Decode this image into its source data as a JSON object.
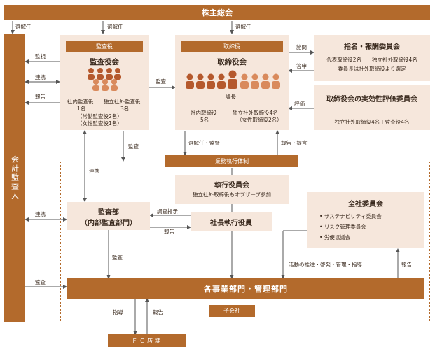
{
  "shareholders": "株主総会",
  "auditor": "会計監査人",
  "board_auditors": {
    "header": "監査役",
    "title": "監査役会",
    "left_label": "社内監査役",
    "left_count": "1名",
    "right_label": "独立社外監査役",
    "right_count": "3名",
    "note1": "（常勤監査役2名）",
    "note2": "（女性監査役1名）"
  },
  "board_directors": {
    "header": "取締役",
    "title": "取締役会",
    "chair": "議長",
    "left_label": "社内取締役",
    "left_count": "5名",
    "right_label": "独立社外取締役4名",
    "right_note": "（女性取締役2名）"
  },
  "nomination": {
    "title": "指名・報酬委員会",
    "line1": "代表取締役2名　　独立社外取締役4名",
    "line2": "委員長は社外取締役より選定"
  },
  "effectiveness": {
    "title": "取締役会の実効性評価委員会",
    "line": "独立社外取締役4名＋監査役4名"
  },
  "exec_system": "業務執行体制",
  "exec_officers": {
    "title": "執行役員会",
    "note": "独立社外取締役もオブザーブ参加"
  },
  "audit_dept": {
    "line1": "監査部",
    "line2": "（内部監査部門）"
  },
  "president": "社長執行役員",
  "committee": {
    "title": "全社委員会",
    "items": [
      "サステナビリティ委員会",
      "リスク管理委員会",
      "労使協議会"
    ]
  },
  "divisions": "各事業部門・管理部門",
  "subsidiary": "子会社",
  "fc": "ＦＣ店舗",
  "labels": {
    "appoint": "選解任",
    "monitor": "監視",
    "cooperate": "連携",
    "report": "報告",
    "audit": "監査",
    "consult": "諮問",
    "answer": "答申",
    "evaluate": "評価",
    "appoint_supervise": "選解任・監督",
    "report_propose": "報告・提言",
    "instruct": "調査指示",
    "promote": "活動の推進・啓発・管理・指導",
    "guide": "指導"
  },
  "colors": {
    "dark": "#b36a2c",
    "light": "#f6e7dc",
    "icon": "#b5592d",
    "icon_light": "#d98a5c"
  }
}
